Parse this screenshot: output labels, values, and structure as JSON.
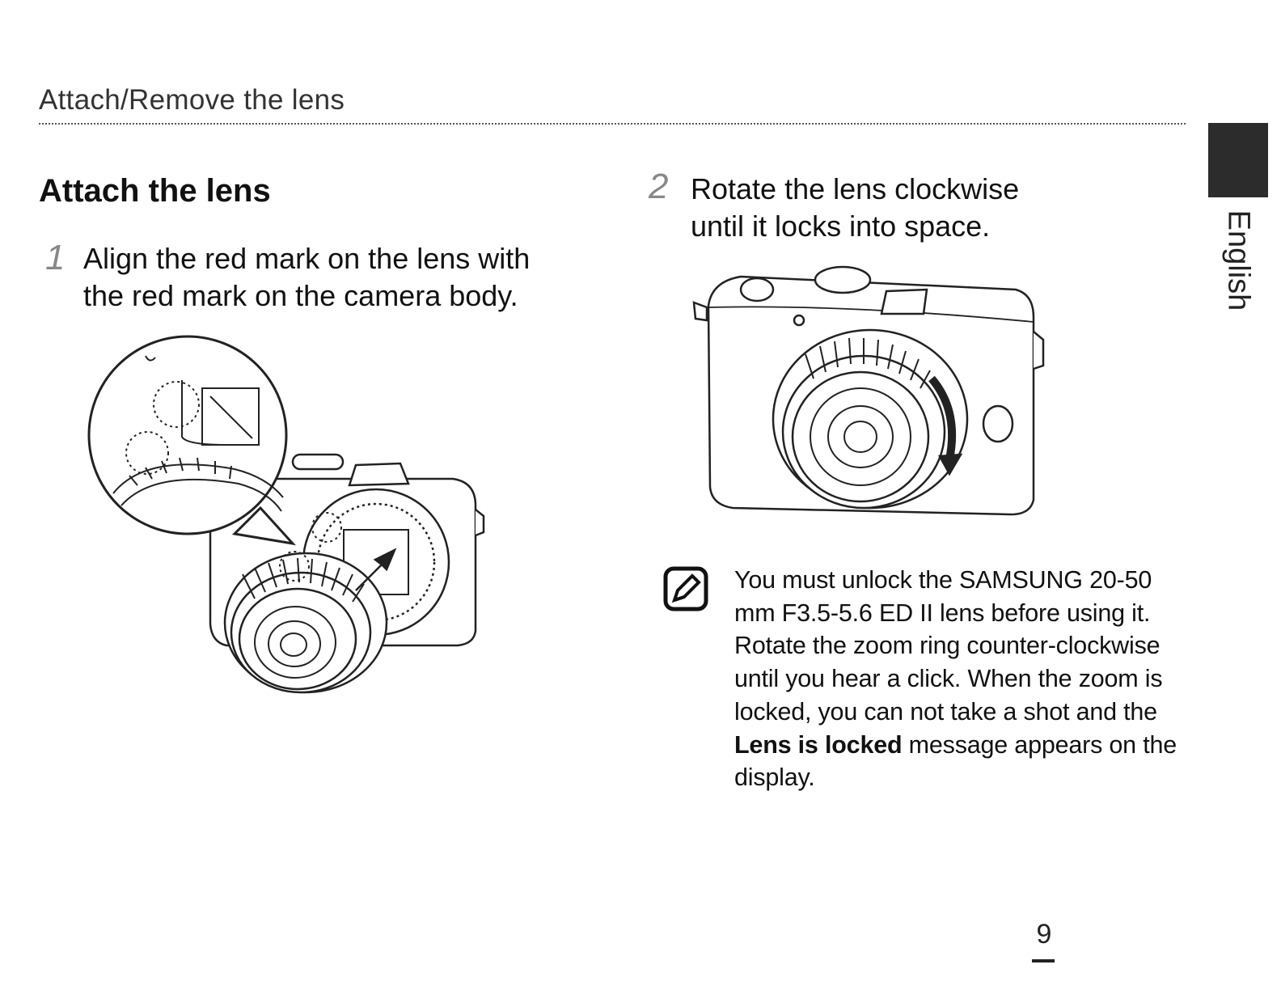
{
  "header": {
    "title": "Attach/Remove the lens"
  },
  "section": {
    "title": "Attach the lens"
  },
  "steps": [
    {
      "number": "1",
      "lines": [
        "Align the red mark on the lens with",
        "the red mark on the camera body."
      ]
    },
    {
      "number": "2",
      "lines": [
        "Rotate the lens clockwise",
        "until it locks into space."
      ]
    }
  ],
  "note": {
    "icon": "note-pencil-icon",
    "text_before_bold": "You must unlock the SAMSUNG 20-50 mm F3.5-5.6 ED II lens before using it. Rotate the zoom ring counter-clockwise until you hear a click. When the zoom is locked, you can not take a shot and the ",
    "bold": "Lens is locked",
    "text_after_bold": " message appears on the display."
  },
  "side_tab": {
    "label": "English"
  },
  "page_number": "9",
  "colors": {
    "text": "#111111",
    "tab": "#2c2c2c",
    "step_number": "#888888"
  }
}
